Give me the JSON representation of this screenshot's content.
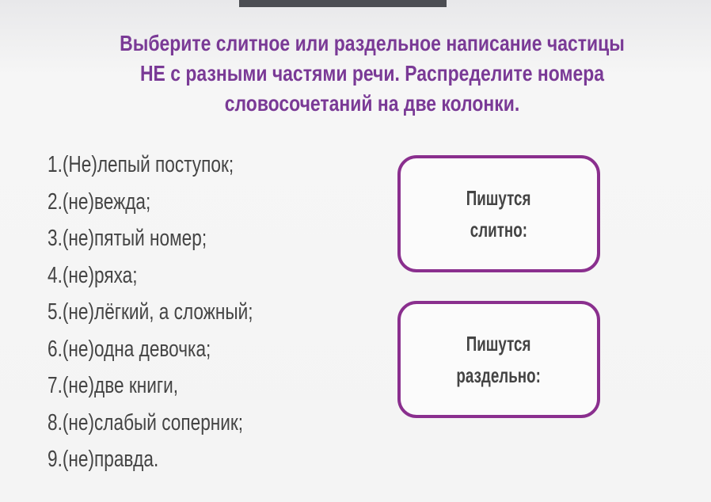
{
  "title": "Выберите слитное или раздельное написание частицы НЕ с разными частями речи. Распределите номера словосочетаний на две колонки.",
  "items": [
    "1.(Не)лепый поступок;",
    "2.(не)вежда;",
    "3.(не)пятый номер;",
    "4.(не)ряха;",
    "5.(не)лёгкий, а сложный;",
    "6.(не)одна девочка;",
    "7.(не)две книги,",
    "8.(не)слабый соперник;",
    "9.(не)правда."
  ],
  "boxes": {
    "together": {
      "line1": "Пишутся",
      "line2": "слитно:"
    },
    "separate": {
      "line1": "Пишутся",
      "line2": "раздельно:"
    }
  }
}
